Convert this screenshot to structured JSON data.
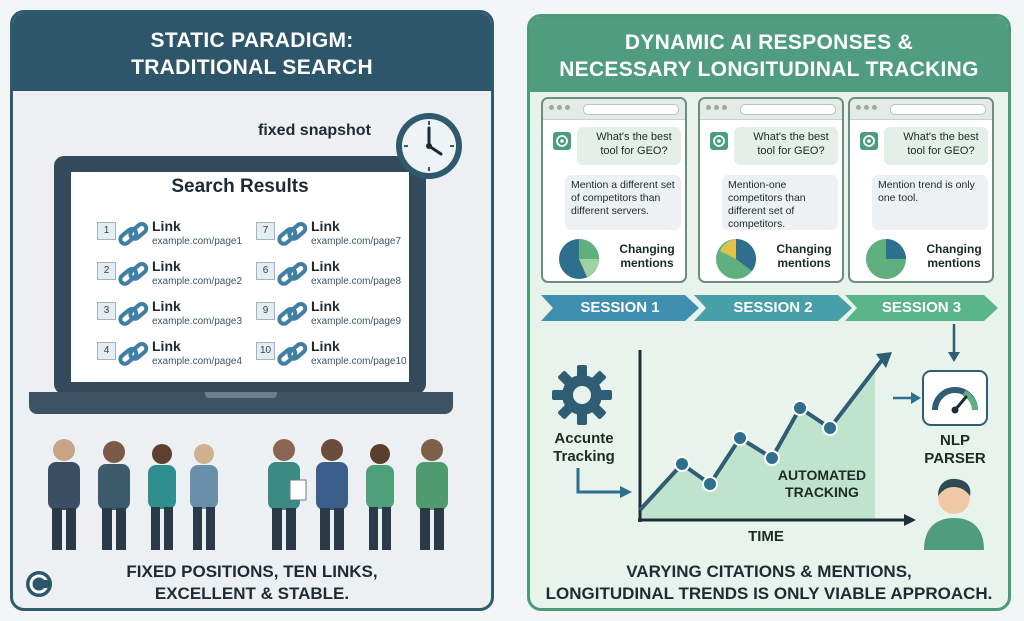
{
  "left": {
    "header_line1": "STATIC PARADIGM:",
    "header_line2": "TRADITIONAL SEARCH",
    "snapshot_label": "fixed snapshot",
    "results_title": "Search Results",
    "results": [
      {
        "num": "1",
        "title": "Link",
        "url": "example.com/page1"
      },
      {
        "num": "2",
        "title": "Link",
        "url": "example.com/page2"
      },
      {
        "num": "3",
        "title": "Link",
        "url": "example.com/page3"
      },
      {
        "num": "4",
        "title": "Link",
        "url": "example.com/page4"
      },
      {
        "num": "7",
        "title": "Link",
        "url": "example.com/page7"
      },
      {
        "num": "6",
        "title": "Link",
        "url": "example.com/page8"
      },
      {
        "num": "9",
        "title": "Link",
        "url": "example.com/page9"
      },
      {
        "num": "10",
        "title": "Link",
        "url": "example.com/page10"
      }
    ],
    "caption_line1": "FIXED POSITIONS, TEN LINKS,",
    "caption_line2": "EXCELLENT & STABLE."
  },
  "right": {
    "header_line1": "DYNAMIC AI RESPONSES &",
    "header_line2": "NECESSARY LONGITUDINAL TRACKING",
    "sessions": [
      {
        "label": "SESSION 1",
        "question": "What's the best tool for GEO?",
        "answer": "Mention a different set of competitors than different servers.",
        "mentions": "Changing mentions"
      },
      {
        "label": "SESSION 2",
        "question": "What's the best tool for GEO?",
        "answer": "Mention-one competitors than different set of competitors.",
        "mentions": "Changing mentions"
      },
      {
        "label": "SESSION 3",
        "question": "What's the best tool for GEO?",
        "answer": "Mention trend is only one tool.",
        "mentions": "Changing mentions"
      }
    ],
    "tracking_line1": "Accunte",
    "tracking_line2": "Tracking",
    "automated_line1": "AUTOMATED",
    "automated_line2": "TRACKING",
    "time_label": "TIME",
    "nlp_line1": "NLP",
    "nlp_line2": "PARSER",
    "caption_line1": "VARYING CITATIONS & MENTIONS,",
    "caption_line2": "LONGITUDINAL TRENDS IS ONLY VIABLE APPROACH."
  },
  "colors": {
    "left_header": "#2e566b",
    "right_header": "#4f9d7e",
    "session_arrow": "#3f8fb0",
    "trend_line": "#2f5d73",
    "trend_fill": "#bfe3cd"
  },
  "icons": [
    "clock-icon",
    "link-chain-icon",
    "ai-logo-icon",
    "gear-icon",
    "gauge-icon",
    "person-icon",
    "corner-logo-icon"
  ]
}
